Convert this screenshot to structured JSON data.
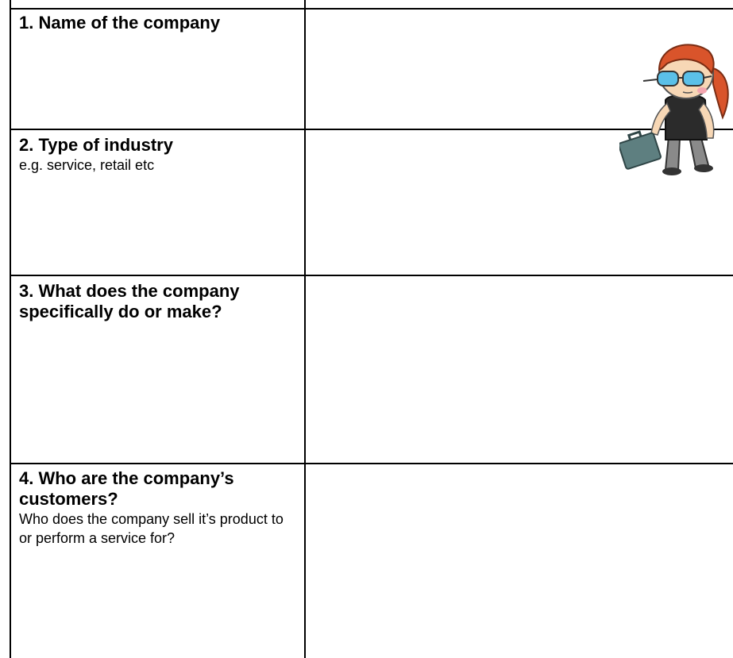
{
  "rows": [
    {
      "title": "1. Name of the company",
      "subtitle": ""
    },
    {
      "title": "2. Type of industry",
      "subtitle": "e.g. service, retail etc"
    },
    {
      "title": "3. What does the company specifically do or make?",
      "subtitle": ""
    },
    {
      "title": "4. Who are the company’s customers?",
      "subtitle": "Who does the company sell it’s product to or perform a service for?"
    }
  ],
  "illustration": {
    "icon": "businesswoman-cartoon-icon",
    "colors": {
      "hair": "#d9542b",
      "skin": "#f7d7b5",
      "glasses": "#5bc0e8",
      "shirt": "#2b2b2b",
      "pants": "#8a8a8a",
      "briefcase": "#5e7f80"
    }
  }
}
